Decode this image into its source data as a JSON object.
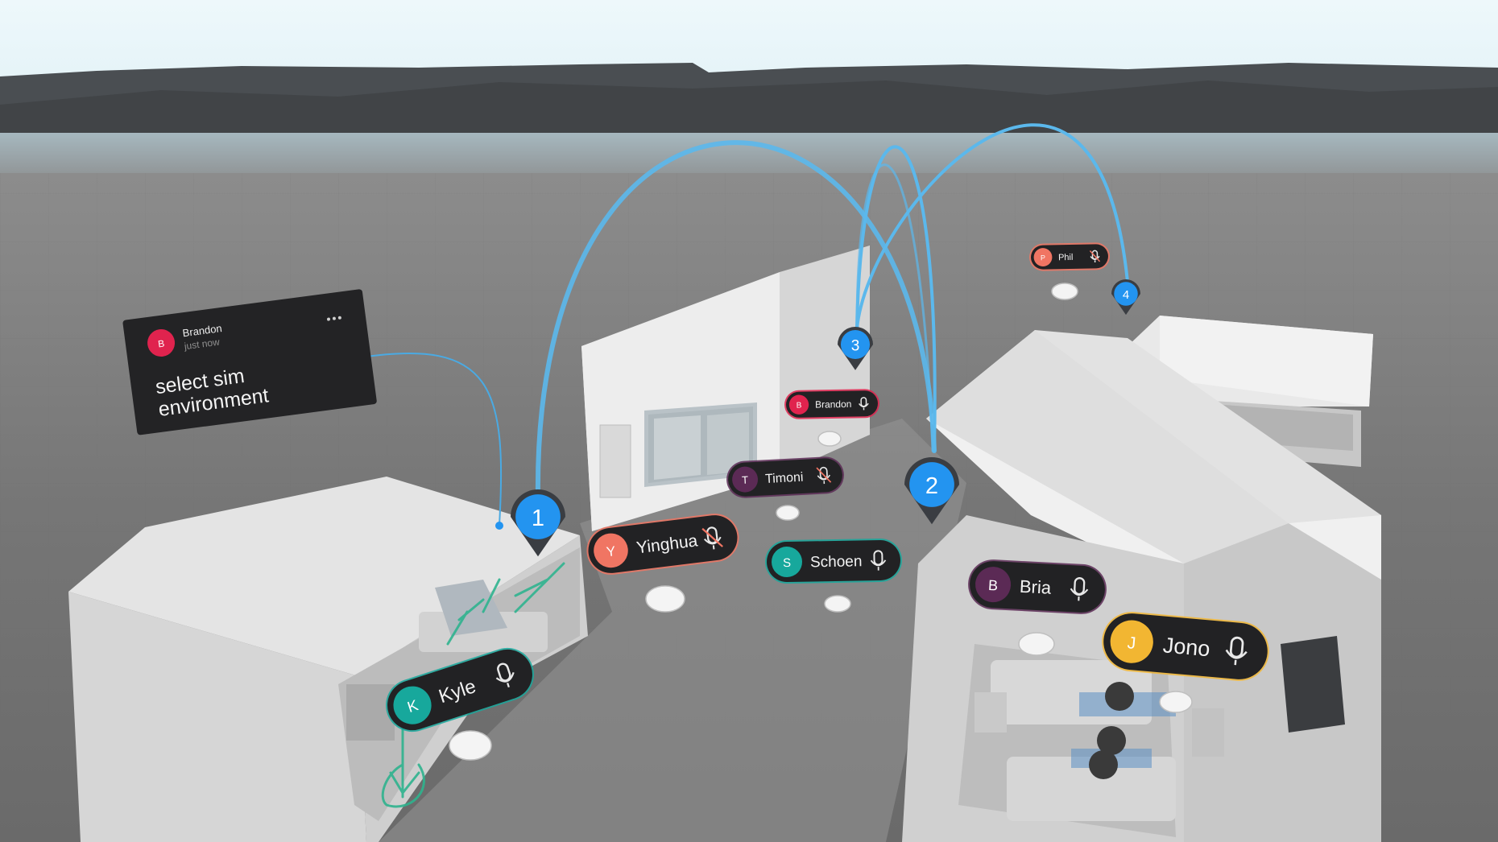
{
  "comment": {
    "author": "Brandon",
    "avatar_initial": "B",
    "time": "just now",
    "text_line1": "select sim",
    "text_line2": "environment",
    "menu_icon": "more-horizontal-icon",
    "avatar_color": "#e0234e"
  },
  "pins": [
    {
      "label": "1"
    },
    {
      "label": "2"
    },
    {
      "label": "3"
    },
    {
      "label": "4"
    }
  ],
  "participants": [
    {
      "name": "Phil",
      "initial": "P",
      "color": "#f07563",
      "mic": "muted"
    },
    {
      "name": "Brandon",
      "initial": "B",
      "color": "#e0234e",
      "mic": "on"
    },
    {
      "name": "Timoni",
      "initial": "T",
      "color": "#5b2a55",
      "mic": "muted"
    },
    {
      "name": "Yinghua",
      "initial": "Y",
      "color": "#f07563",
      "mic": "muted"
    },
    {
      "name": "Schoen",
      "initial": "S",
      "color": "#17a89c",
      "mic": "on"
    },
    {
      "name": "Bria",
      "initial": "B",
      "color": "#5b2a55",
      "mic": "on"
    },
    {
      "name": "Jono",
      "initial": "J",
      "color": "#f2b632",
      "mic": "on"
    },
    {
      "name": "Kyle",
      "initial": "K",
      "color": "#17a89c",
      "mic": "on"
    }
  ],
  "colors": {
    "accent_blue": "#2394f0",
    "arc_blue": "#5bb8ec",
    "sketch_green": "#2fb38e",
    "sky": "#eaf6fa",
    "floor": "#6f6f6f"
  }
}
